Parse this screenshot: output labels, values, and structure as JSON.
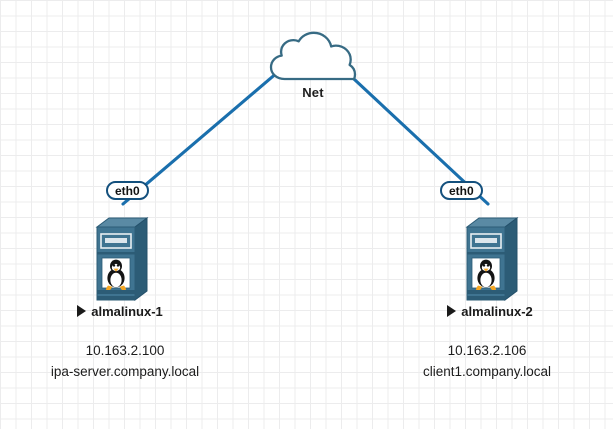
{
  "diagram": {
    "type": "network-topology",
    "background": "grid",
    "colors": {
      "link": "#1a6fad",
      "cloud_stroke": "#376b84",
      "badge_border": "#14507d",
      "tower_front": "#3f7491",
      "tower_side": "#2c5c76",
      "tower_top": "#5a8aa4",
      "text": "#1a1a1a",
      "grid_minor": "#ececed",
      "grid_major": "#e2e2e4"
    }
  },
  "cloud": {
    "label": "Net",
    "icon": "cloud-icon"
  },
  "nodes": [
    {
      "id": "left",
      "name": "almalinux-1",
      "interface_label": "eth0",
      "ip": "10.163.2.100",
      "hostname": "ipa-server.company.local",
      "icon": "linux-server-icon",
      "os_icon": "tux-penguin-icon",
      "status_marker": "play-triangle-icon"
    },
    {
      "id": "right",
      "name": "almalinux-2",
      "interface_label": "eth0",
      "ip": "10.163.2.106",
      "hostname": "client1.company.local",
      "icon": "linux-server-icon",
      "os_icon": "tux-penguin-icon",
      "status_marker": "play-triangle-icon"
    }
  ],
  "links": [
    {
      "from": "almalinux-1",
      "to": "Net",
      "interface": "eth0"
    },
    {
      "from": "almalinux-2",
      "to": "Net",
      "interface": "eth0"
    }
  ]
}
